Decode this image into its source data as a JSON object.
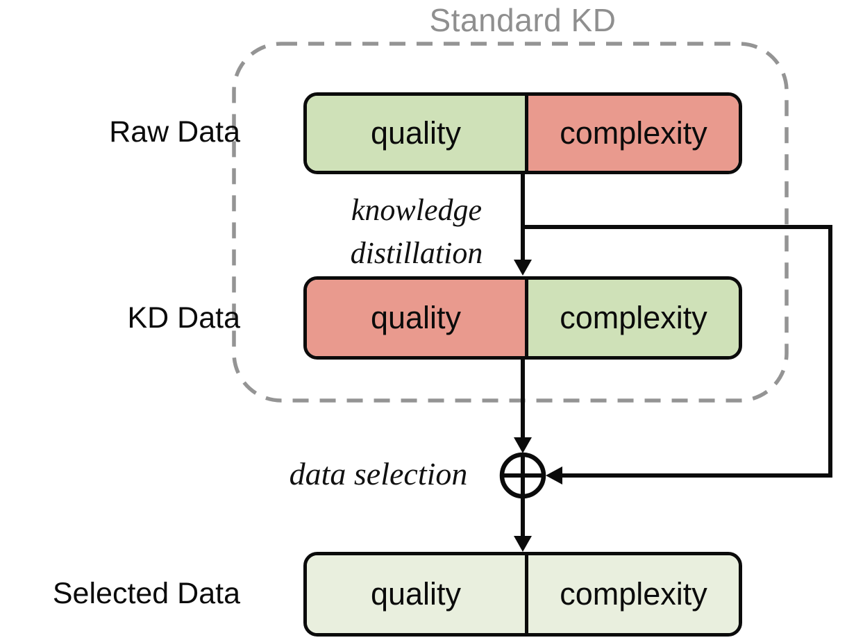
{
  "title": "Standard KD",
  "colors": {
    "quality_green": "#cfe1b8",
    "complexity_red": "#e99a8e",
    "selected_pale_green": "#e9efde",
    "boundary_gray": "#949494",
    "line_black": "#0b0b0b"
  },
  "rows": [
    {
      "label": "Raw Data",
      "left": {
        "text": "quality",
        "bg": "#cfe1b8"
      },
      "right": {
        "text": "complexity",
        "bg": "#e99a8e"
      }
    },
    {
      "label": "KD Data",
      "left": {
        "text": "quality",
        "bg": "#e99a8e"
      },
      "right": {
        "text": "complexity",
        "bg": "#cfe1b8"
      }
    },
    {
      "label": "Selected Data",
      "left": {
        "text": "quality",
        "bg": "#e9efde"
      },
      "right": {
        "text": "complexity",
        "bg": "#e9efde"
      }
    }
  ],
  "annotations": {
    "kd_line1": "knowledge",
    "kd_line2": "distillation",
    "selection": "data selection"
  }
}
